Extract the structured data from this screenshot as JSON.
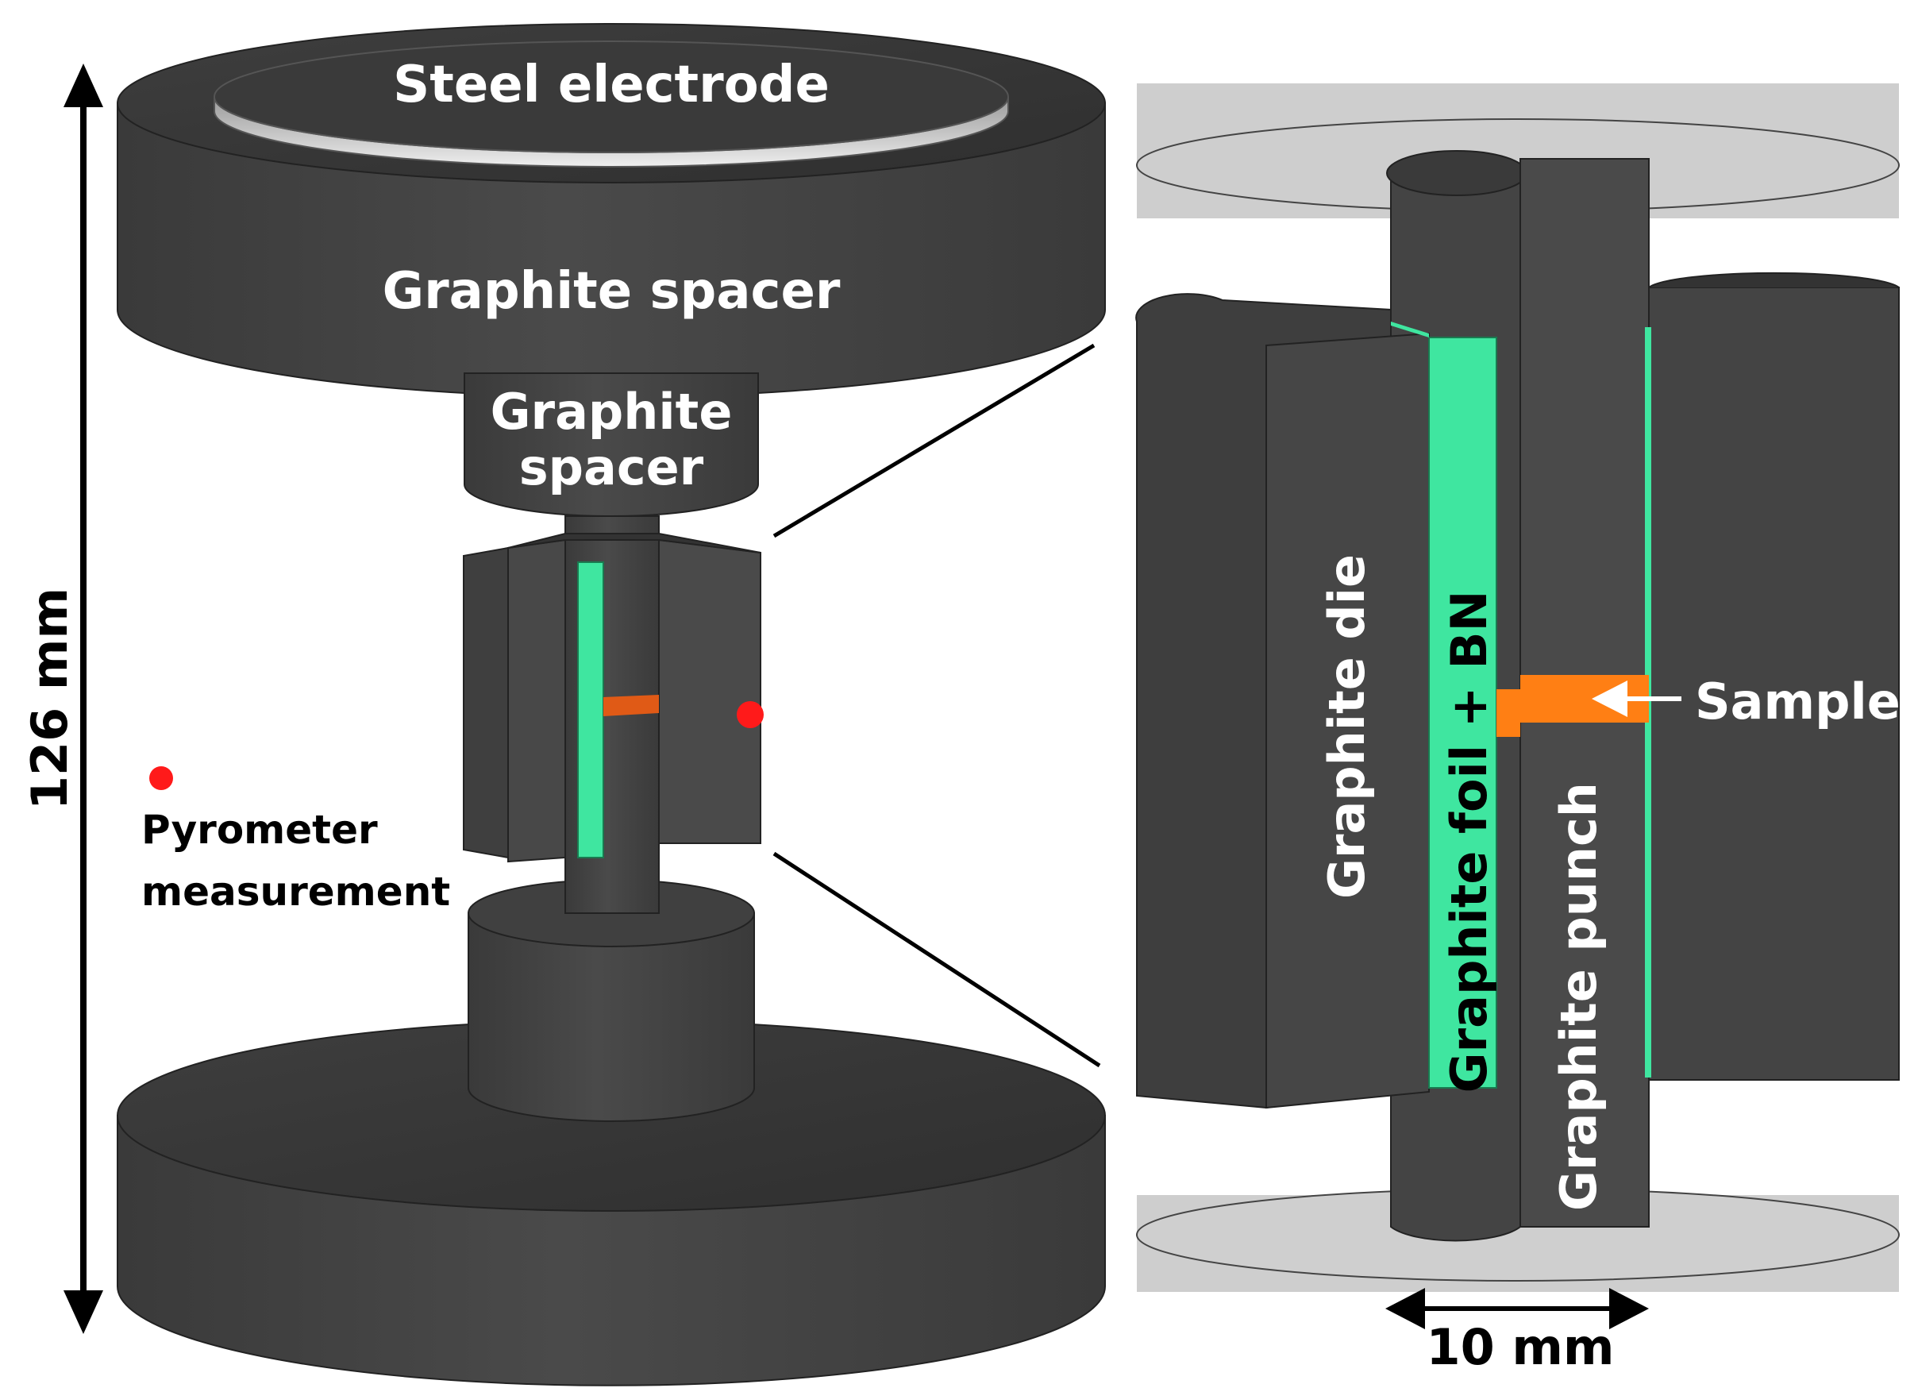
{
  "labels": {
    "steel_electrode": "Steel electrode",
    "graphite_spacer_large": "Graphite spacer",
    "graphite_spacer_small_line1": "Graphite",
    "graphite_spacer_small_line2": "spacer",
    "height_dimension": "126 mm",
    "pyrometer_line1": "Pyrometer",
    "pyrometer_line2": "measurement",
    "graphite_die": "Graphite die",
    "graphite_foil_bn": "Graphite foil + BN",
    "graphite_punch": "Graphite punch",
    "sample": "Sample",
    "width_dimension": "10 mm"
  },
  "colors": {
    "graphite": "#434343",
    "graphite_top": "#383838",
    "graphite_edge": "#222222",
    "electrode": "#c8c8c8",
    "translucent_gray": "#c6c6c6",
    "foil": "#3fe6a0",
    "sample": "#ff7f14",
    "pyrometer": "#ff1a1a",
    "label_white": "#ffffff",
    "label_dark": "#000000"
  }
}
